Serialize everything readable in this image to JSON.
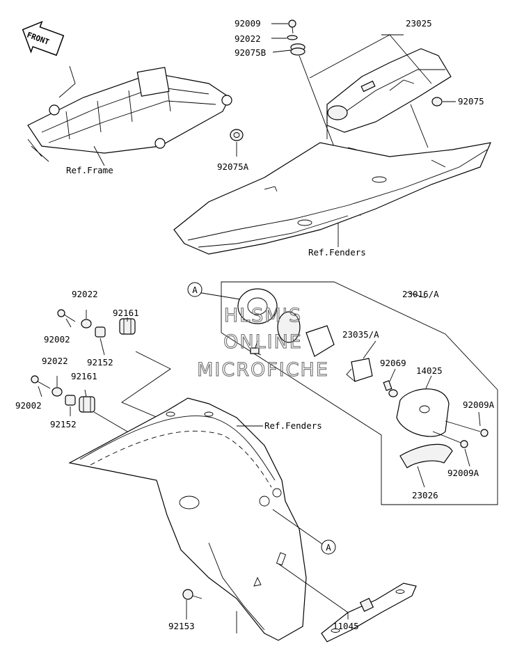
{
  "front_marker": "FRONT",
  "watermark": [
    "HLSM'S",
    "ONLINE",
    "MICROFICHE"
  ],
  "callout_letter": "A",
  "labels": {
    "p92009_top": "92009",
    "p92022_top": "92022",
    "p92075b": "92075B",
    "p23025": "23025",
    "p92075": "92075",
    "p92075a": "92075A",
    "ref_frame": "Ref.Frame",
    "ref_fenders_top": "Ref.Fenders",
    "p23016a": "23016/A",
    "p23035a": "23035/A",
    "p92069": "92069",
    "p14025": "14025",
    "p92009a_upper": "92009A",
    "p92009a_lower": "92009A",
    "p23026": "23026",
    "p92022_left1": "92022",
    "p92002_left1": "92002",
    "p92161_1": "92161",
    "p92152_1": "92152",
    "p92022_left2": "92022",
    "p92002_left2": "92002",
    "p92161_2": "92161",
    "p92152_2": "92152",
    "ref_fenders_mid": "Ref.Fenders",
    "p92153": "92153",
    "p11045": "11045"
  }
}
